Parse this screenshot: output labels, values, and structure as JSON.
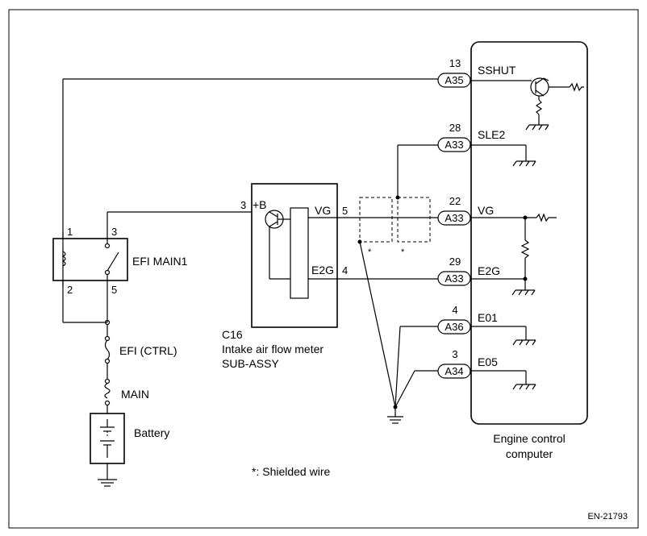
{
  "relay": {
    "name": "EFI MAIN1",
    "pins": {
      "p1": "1",
      "p2": "2",
      "p3": "3",
      "p5": "5"
    }
  },
  "fuses": {
    "efi_ctrl": "EFI (CTRL)",
    "main": "MAIN"
  },
  "battery": {
    "label": "Battery"
  },
  "sensor": {
    "code": "C16",
    "name_line1": "Intake air flow meter",
    "name_line2": "SUB-ASSY",
    "pin_b_num": "3",
    "pin_b_name": "+B",
    "pin_vg_name": "VG",
    "pin_vg_num": "5",
    "pin_e2g_name": "E2G",
    "pin_e2g_num": "4"
  },
  "ecu": {
    "name_line1": "Engine control",
    "name_line2": "computer",
    "terminals": [
      {
        "pin": "13",
        "connector": "A35",
        "signal": "SSHUT"
      },
      {
        "pin": "28",
        "connector": "A33",
        "signal": "SLE2"
      },
      {
        "pin": "22",
        "connector": "A33",
        "signal": "VG"
      },
      {
        "pin": "29",
        "connector": "A33",
        "signal": "E2G"
      },
      {
        "pin": "4",
        "connector": "A36",
        "signal": "E01"
      },
      {
        "pin": "3",
        "connector": "A34",
        "signal": "E05"
      }
    ]
  },
  "shield_markers": {
    "left": "*",
    "right": "*"
  },
  "note": "*: Shielded wire",
  "figure_id": "EN-21793"
}
